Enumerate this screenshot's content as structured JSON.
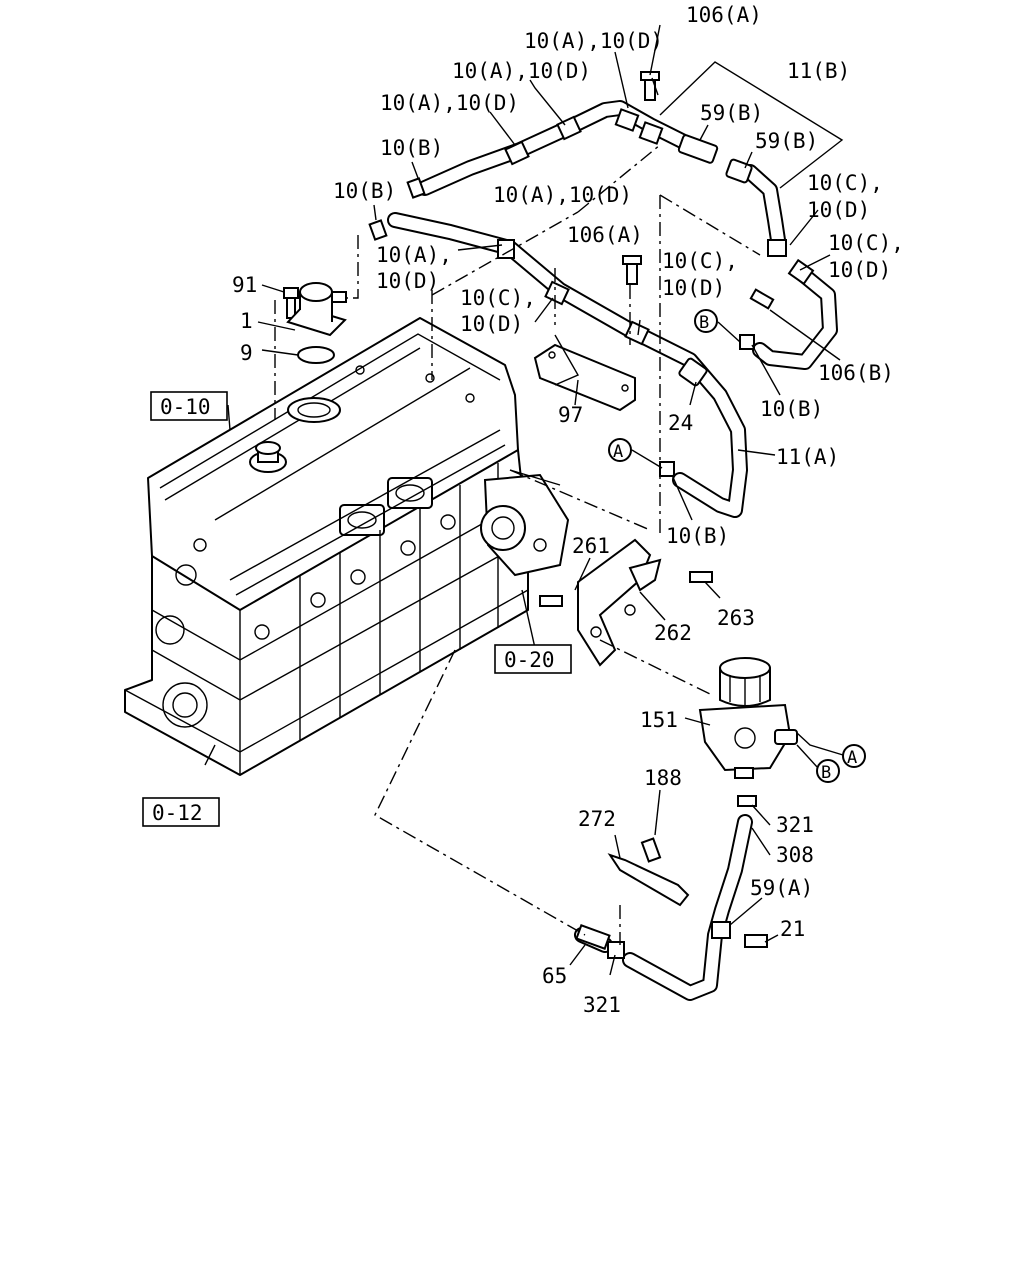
{
  "callouts": {
    "p106a_top": "106(A)",
    "p10ad_1": "10(A),10(D)",
    "p10ad_2": "10(A),10(D)",
    "p10ad_3": "10(A),10(D)",
    "p11b": "11(B)",
    "p59b_1": "59(B)",
    "p59b_2": "59(B)",
    "p10b_1": "10(B)",
    "p10b_2": "10(B)",
    "p10ad_4": "10(A),10(D)",
    "p10cd_1a": "10(C),",
    "p10cd_1b": "10(D)",
    "p10cd_2a": "10(C),",
    "p10cd_2b": "10(D)",
    "p10a_left_a": "10(A),",
    "p10a_left_b": "10(D)",
    "p106a_mid": "106(A)",
    "p10cd_3a": "10(C),",
    "p10cd_3b": "10(D)",
    "p10cd_4a": "10(C),",
    "p10cd_4b": "10(D)",
    "p91": "91",
    "p1": "1",
    "p9": "9",
    "p106b": "106(B)",
    "p10b_3": "10(B)",
    "p97": "97",
    "p24": "24",
    "p11a": "11(A)",
    "p10b_4": "10(B)",
    "p261": "261",
    "p263": "263",
    "p262": "262",
    "p151": "151",
    "p188": "188",
    "p272": "272",
    "p321_top": "321",
    "p308": "308",
    "p59a": "59(A)",
    "p21": "21",
    "p65": "65",
    "p321_bot": "321"
  },
  "ref_boxes": {
    "ref_0_10": "0-10",
    "ref_0_20": "0-20",
    "ref_0_12": "0-12"
  },
  "markers": {
    "a_left": "A",
    "a_right": "A",
    "b_left": "B",
    "b_right": "B"
  }
}
